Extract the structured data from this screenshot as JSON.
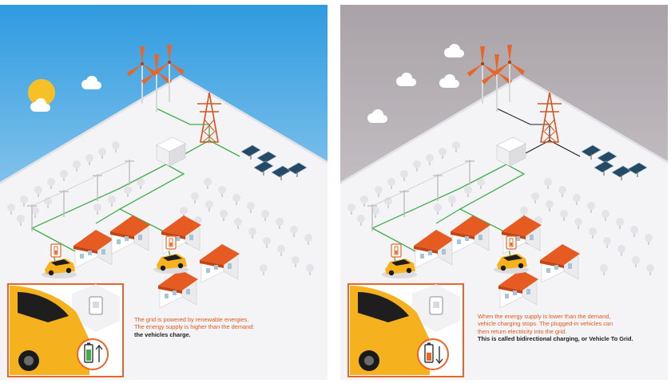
{
  "panels": {
    "left": {
      "caption_line1": "The grid is powered by renewable energies.",
      "caption_line2": "The energy supply is higher than the demand:",
      "caption_strong": "the vehicles charge.",
      "battery_direction": "up",
      "sky_top": "#2f9be0",
      "sky_bottom": "#d9ecf8"
    },
    "right": {
      "caption_line1": "When the energy supply is lower than the demand,",
      "caption_line2": "vehicle charging stops. The plugged-in vehicles can",
      "caption_line3": "then return electricity into the grid.",
      "caption_strong": "This is called bidirectional charging, or Vehicle To Grid.",
      "battery_direction": "down",
      "sky_top": "#a9a3a8",
      "sky_bottom": "#dedadd"
    }
  },
  "colors": {
    "accent": "#e8662a",
    "grid_line_renewable": "#3fae49",
    "grid_line_standard": "#1f1f1f",
    "vehicle": "#f6b21e",
    "ground": "#f4f4f6"
  },
  "icons": [
    "sun-icon",
    "cloud-icon",
    "wind-turbine-icon",
    "pylon-icon",
    "solar-panel-icon",
    "substation-icon",
    "house-icon",
    "car-icon",
    "charging-station-icon",
    "battery-icon",
    "arrow-up-icon",
    "arrow-down-icon"
  ]
}
